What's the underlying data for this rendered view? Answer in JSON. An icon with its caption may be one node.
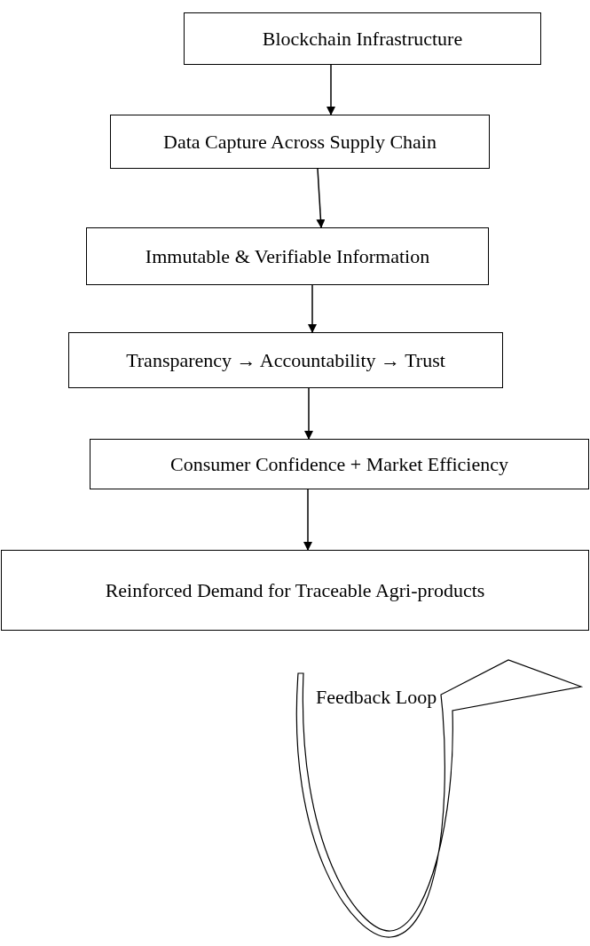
{
  "diagram": {
    "nodes": [
      {
        "text": [
          "Blockchain Infrastructure"
        ]
      },
      {
        "text": [
          "Data Capture Across Supply Chain"
        ]
      },
      {
        "text": [
          "Immutable & Verifiable Information"
        ]
      },
      {
        "text": [
          "Transparency → Accountability → Trust"
        ]
      },
      {
        "text": [
          "Consumer Confidence + Market Efficiency"
        ]
      },
      {
        "text": [
          "Reinforced Demand for Traceable Agri-products"
        ]
      }
    ],
    "edges": [
      {
        "from": 0,
        "to": 1,
        "arrow": "to"
      },
      {
        "from": 1,
        "to": 2,
        "arrow": "to"
      },
      {
        "from": 2,
        "to": 3,
        "arrow": "to"
      },
      {
        "from": 3,
        "to": 4,
        "arrow": "to"
      },
      {
        "from": 4,
        "to": 5,
        "arrow": "to"
      }
    ],
    "labels": [
      "Feedback Loop"
    ]
  }
}
